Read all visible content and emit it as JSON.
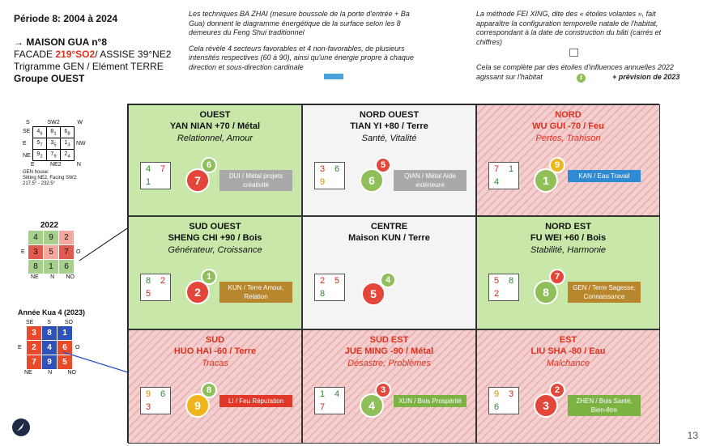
{
  "header": {
    "period": "Période 8: 2004 à 2024",
    "house": "→ MAISON GUA n°8",
    "facade_prefix": "FACADE ",
    "facade_value": "219°SO2",
    "facade_suffix": "/ ASSISE 39°NE2",
    "trigram": "Trigramme GEN / Elément TERRE",
    "group": "Groupe OUEST"
  },
  "intro": {
    "col1_p1": "Les techniques BA ZHAI (mesure boussole de la porte d'entrée + Ba Gua) donnent le diagramme énergétique de la surface selon les 8 demeures du Feng Shui traditionnel",
    "col1_p2": "Cela révèle 4 secteurs favorables et 4 non-favorables, de plusieurs intensités respectives (60 à 90), ainsi qu'une énergie propre à chaque direction et sous-direction cardinale",
    "col2_p1": "La méthode FEI XING, dite des « étoiles volantes », fait apparaître la configuration temporelle natale de l'habitat, correspondant à la date de construction du bâti (carrés et chiffres)",
    "col2_p2": "Cela se complète par des étoiles d'influences annuelles 2022 agissant sur l'habitat",
    "col2_p2_end": "+ prévision de 2023",
    "legend_circle": "1"
  },
  "compass": {
    "top": [
      "S",
      "SW2",
      "W"
    ],
    "rows": [
      [
        "4",
        "8",
        "6"
      ],
      [
        "5",
        "3",
        "1"
      ],
      [
        "9",
        "7",
        "2"
      ]
    ],
    "sub": [
      [
        "6",
        "1",
        "8"
      ],
      [
        "7",
        "5",
        "3"
      ],
      [
        "2",
        "9",
        "4"
      ]
    ],
    "left": [
      "SE",
      "E",
      "NE"
    ],
    "right": [
      "NW"
    ],
    "bottom": [
      "E",
      "NE2",
      "N"
    ],
    "caption1": "GEN house:",
    "caption2": "Sitting NE2, Facing SW2:",
    "caption3": "217.5° - 232.5°"
  },
  "year2022": {
    "title": "2022",
    "cells": [
      [
        "4",
        "9",
        "2"
      ],
      [
        "3",
        "5",
        "7"
      ],
      [
        "8",
        "1",
        "6"
      ]
    ],
    "colors": [
      [
        "#a7d08c",
        "#a7d08c",
        "#f4a9a0"
      ],
      [
        "#e05a4f",
        "#f4a9a0",
        "#e05a4f"
      ],
      [
        "#a7d08c",
        "#a7d08c",
        "#a7d08c"
      ]
    ],
    "left": "E",
    "right": "O",
    "bottom": [
      "NE",
      "N",
      "NO"
    ]
  },
  "year2023": {
    "title": "Année Kua 4 (2023)",
    "top": [
      "SE",
      "S",
      "SO"
    ],
    "cells": [
      [
        "3",
        "8",
        "1"
      ],
      [
        "2",
        "4",
        "6"
      ],
      [
        "7",
        "9",
        "5"
      ]
    ],
    "colors": [
      [
        "#e84b2c",
        "#2f52b8",
        "#2f52b8"
      ],
      [
        "#e84b2c",
        "#2f52b8",
        "#e84b2c"
      ],
      [
        "#e84b2c",
        "#2f52b8",
        "#e84b2c"
      ]
    ],
    "left": "E",
    "right": "O",
    "bottom": [
      "NE",
      "N",
      "NO"
    ]
  },
  "sectors": [
    {
      "id": "ouest",
      "bg": "green",
      "title": "OUEST",
      "sub": "YAN NIAN +70 / Métal",
      "desc": "Relationnel, Amour",
      "nums": [
        [
          "4",
          "c-green"
        ],
        [
          "7",
          "c-red"
        ],
        [
          "1",
          "c-green"
        ],
        [
          "",
          ""
        ]
      ],
      "big": {
        "n": "7",
        "c": "bg-red"
      },
      "small": {
        "n": "6",
        "c": "bg-green"
      },
      "tag": {
        "t": "DUI / Métal projets créativité",
        "c": "t-grey"
      }
    },
    {
      "id": "nord-ouest",
      "bg": "white",
      "title": "NORD OUEST",
      "sub": "TIAN YI +80 / Terre",
      "desc": "Santé, Vitalité",
      "nums": [
        [
          "3",
          "c-red"
        ],
        [
          "6",
          "c-green"
        ],
        [
          "9",
          "c-orange"
        ],
        [
          "",
          ""
        ]
      ],
      "big": {
        "n": "6",
        "c": "bg-green"
      },
      "small": {
        "n": "5",
        "c": "bg-red"
      },
      "tag": {
        "t": "QIAN / Métal Aide extérieure",
        "c": "t-grey"
      }
    },
    {
      "id": "nord",
      "bg": "red",
      "title": "NORD",
      "sub": "WU GUI -70  / Feu",
      "desc": "Pertes, Trahison",
      "nums": [
        [
          "7",
          "c-red"
        ],
        [
          "1",
          "c-green"
        ],
        [
          "4",
          "c-green"
        ],
        [
          "",
          ""
        ]
      ],
      "big": {
        "n": "1",
        "c": "bg-green"
      },
      "small": {
        "n": "9",
        "c": "bg-yellow"
      },
      "tag": {
        "t": "KAN / Eau Travail",
        "c": "t-blue"
      }
    },
    {
      "id": "sud-ouest",
      "bg": "green",
      "title": "SUD OUEST",
      "sub": "SHENG CHI +90 / Bois",
      "desc": "Générateur, Croissance",
      "nums": [
        [
          "8",
          "c-green"
        ],
        [
          "2",
          "c-red"
        ],
        [
          "5",
          "c-red"
        ],
        [
          "",
          ""
        ]
      ],
      "big": {
        "n": "2",
        "c": "bg-red"
      },
      "small": {
        "n": "1",
        "c": "bg-green"
      },
      "tag": {
        "t": "KUN / Terre Amour, Relation",
        "c": "t-brown"
      }
    },
    {
      "id": "centre",
      "bg": "white",
      "title": "CENTRE",
      "sub": "Maison KUN / Terre",
      "desc": "",
      "nums": [
        [
          "2",
          "c-red"
        ],
        [
          "5",
          "c-red"
        ],
        [
          "8",
          "c-green"
        ],
        [
          "",
          ""
        ]
      ],
      "big": {
        "n": "5",
        "c": "bg-red"
      },
      "small": {
        "n": "4",
        "c": "bg-green"
      },
      "tag": {
        "t": "",
        "c": ""
      }
    },
    {
      "id": "nord-est",
      "bg": "green",
      "title": "NORD EST",
      "sub": "FU WEI +60 / Bois",
      "desc": "Stabilité, Harmonie",
      "nums": [
        [
          "5",
          "c-red"
        ],
        [
          "8",
          "c-green"
        ],
        [
          "2",
          "c-red"
        ],
        [
          "",
          ""
        ]
      ],
      "big": {
        "n": "8",
        "c": "bg-green"
      },
      "small": {
        "n": "7",
        "c": "bg-red"
      },
      "tag": {
        "t": "GEN / Terre Sagesse, Connaissance",
        "c": "t-brown"
      }
    },
    {
      "id": "sud",
      "bg": "red",
      "title": "SUD",
      "sub": "HUO HAI -60 / Terre",
      "desc": "Tracas",
      "nums": [
        [
          "9",
          "c-orange"
        ],
        [
          "6",
          "c-green"
        ],
        [
          "3",
          "c-red"
        ],
        [
          "",
          ""
        ]
      ],
      "big": {
        "n": "9",
        "c": "bg-yellow"
      },
      "small": {
        "n": "8",
        "c": "bg-green"
      },
      "tag": {
        "t": "LI / Feu Réputation",
        "c": "t-red"
      }
    },
    {
      "id": "sud-est",
      "bg": "red",
      "title": "SUD EST",
      "sub": "JUE MING -90 / Métal",
      "desc": "Désastre; Problèmes",
      "nums": [
        [
          "1",
          "c-green"
        ],
        [
          "4",
          "c-green"
        ],
        [
          "7",
          "c-red"
        ],
        [
          "",
          ""
        ]
      ],
      "big": {
        "n": "4",
        "c": "bg-green"
      },
      "small": {
        "n": "3",
        "c": "bg-red"
      },
      "tag": {
        "t": "XUN / Bois Prospérité",
        "c": "t-green"
      }
    },
    {
      "id": "est",
      "bg": "red",
      "title": "EST",
      "sub": "LIU SHA -80 / Eau",
      "desc": "Malchance",
      "nums": [
        [
          "9",
          "c-orange"
        ],
        [
          "3",
          "c-red"
        ],
        [
          "6",
          "c-green"
        ],
        [
          "",
          ""
        ]
      ],
      "big": {
        "n": "3",
        "c": "bg-red"
      },
      "small": {
        "n": "2",
        "c": "bg-red"
      },
      "tag": {
        "t": "ZHEN / Bois Santé, Bien-être",
        "c": "t-green"
      }
    }
  ],
  "page_number": "13"
}
